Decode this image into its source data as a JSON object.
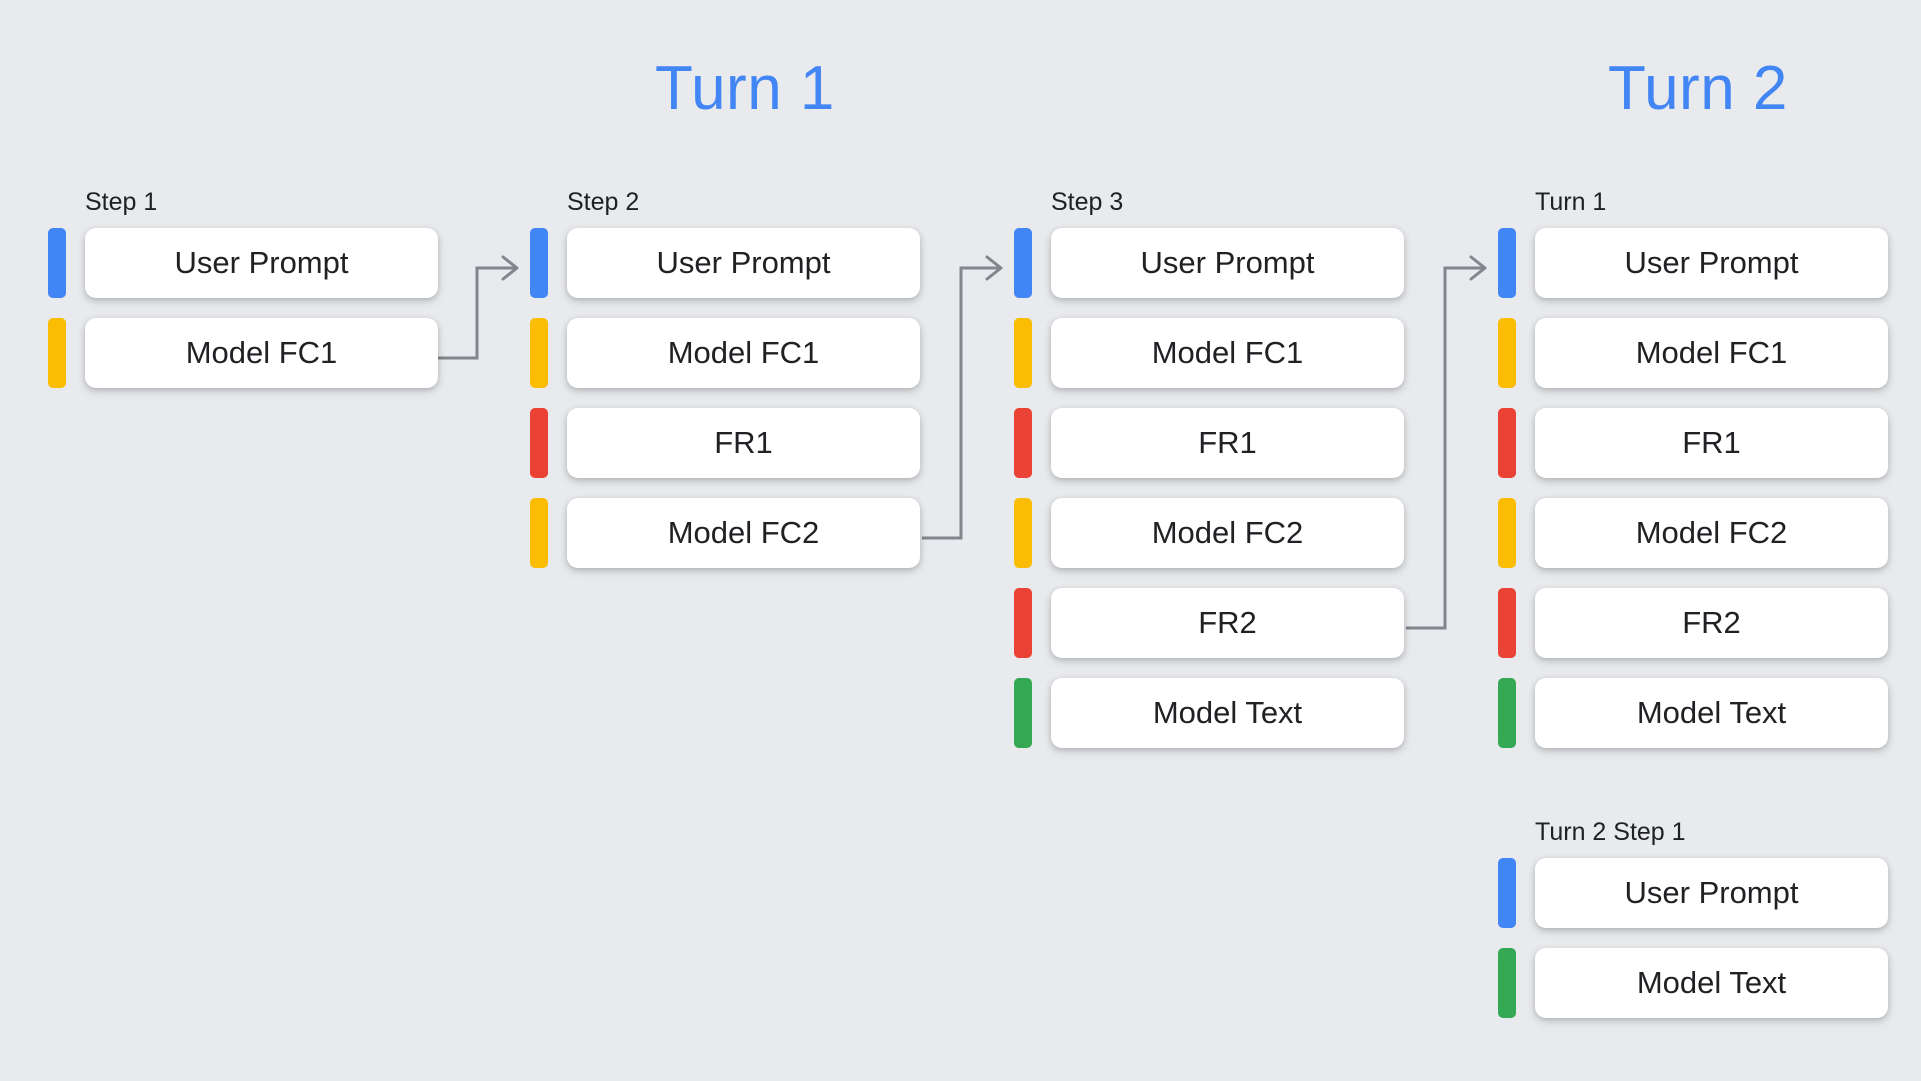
{
  "background_color": "#e8eaed",
  "palette": {
    "blue": "#4285f4",
    "yellow": "#fbbc04",
    "red": "#ea4335",
    "green": "#34a853",
    "card": "#ffffff",
    "text": "#202124",
    "arrow": "#80868b"
  },
  "titles": {
    "turn_1": "Turn 1",
    "turn_2": "Turn 2"
  },
  "columns": {
    "step_1": {
      "label": "Step 1",
      "rows": [
        {
          "color": "blue",
          "label": "User Prompt"
        },
        {
          "color": "yellow",
          "label": "Model FC1"
        }
      ]
    },
    "step_2": {
      "label": "Step 2",
      "rows": [
        {
          "color": "blue",
          "label": "User Prompt"
        },
        {
          "color": "yellow",
          "label": "Model FC1"
        },
        {
          "color": "red",
          "label": "FR1"
        },
        {
          "color": "yellow",
          "label": "Model FC2"
        }
      ]
    },
    "step_3": {
      "label": "Step 3",
      "rows": [
        {
          "color": "blue",
          "label": "User Prompt"
        },
        {
          "color": "yellow",
          "label": "Model FC1"
        },
        {
          "color": "red",
          "label": "FR1"
        },
        {
          "color": "yellow",
          "label": "Model FC2"
        },
        {
          "color": "red",
          "label": "FR2"
        },
        {
          "color": "green",
          "label": "Model Text"
        }
      ]
    },
    "turn_1": {
      "label": "Turn 1",
      "rows": [
        {
          "color": "blue",
          "label": "User Prompt"
        },
        {
          "color": "yellow",
          "label": "Model FC1"
        },
        {
          "color": "red",
          "label": "FR1"
        },
        {
          "color": "yellow",
          "label": "Model FC2"
        },
        {
          "color": "red",
          "label": "FR2"
        },
        {
          "color": "green",
          "label": "Model Text"
        }
      ]
    },
    "turn_2_step_1": {
      "label": "Turn 2 Step 1",
      "rows": [
        {
          "color": "blue",
          "label": "User Prompt"
        },
        {
          "color": "green",
          "label": "Model Text"
        }
      ]
    }
  },
  "connectors": [
    {
      "name": "step-1-to-step-2",
      "from_row": "Model FC1",
      "to_row": "User Prompt"
    },
    {
      "name": "step-2-to-step-3",
      "from_row": "Model FC2",
      "to_row": "User Prompt"
    },
    {
      "name": "step-3-to-turn-1",
      "from_row": "FR2",
      "to_row": "User Prompt"
    }
  ]
}
